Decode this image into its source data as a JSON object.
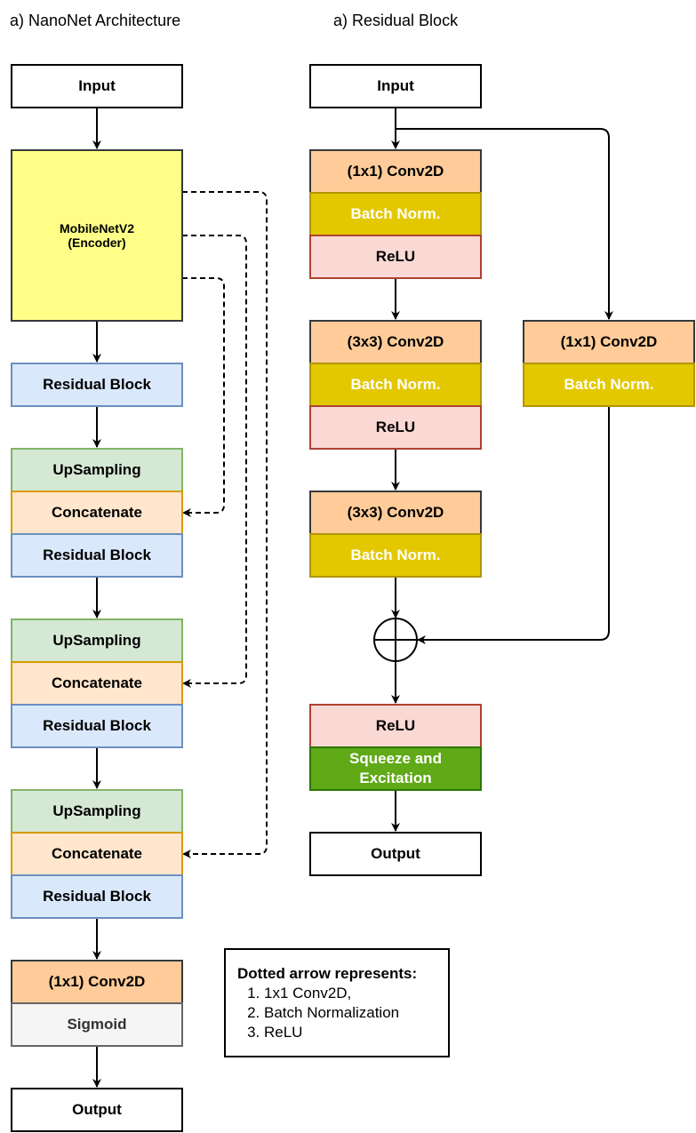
{
  "left": {
    "title": "a) NanoNet Architecture",
    "input": "Input",
    "encoder_line1": "MobileNetV2",
    "encoder_line2": "(Encoder)",
    "residual_block": "Residual Block",
    "upsampling": "UpSampling",
    "concatenate": "Concatenate",
    "conv": "(1x1) Conv2D",
    "sigmoid": "Sigmoid",
    "output": "Output"
  },
  "right": {
    "title": "a) Residual Block",
    "input": "Input",
    "conv1x1": "(1x1) Conv2D",
    "conv3x3": "(3x3) Conv2D",
    "batch_norm": "Batch Norm.",
    "relu": "ReLU",
    "se_line1": "Squeeze and",
    "se_line2": "Excitation",
    "output": "Output"
  },
  "legend": {
    "heading": "Dotted arrow represents:",
    "items": [
      "1x1 Conv2D,",
      "Batch Normalization",
      "ReLU"
    ]
  },
  "colors": {
    "encoder": "#ffff88",
    "residual": "#dae8fc",
    "upsampling": "#d5e8d4",
    "concatenate": "#ffe6cc",
    "conv": "#ffcc99",
    "batch_norm": "#e3c800",
    "relu": "#fad9d5",
    "sigmoid": "#f5f5f5",
    "squeeze_excitation": "#60a917"
  }
}
